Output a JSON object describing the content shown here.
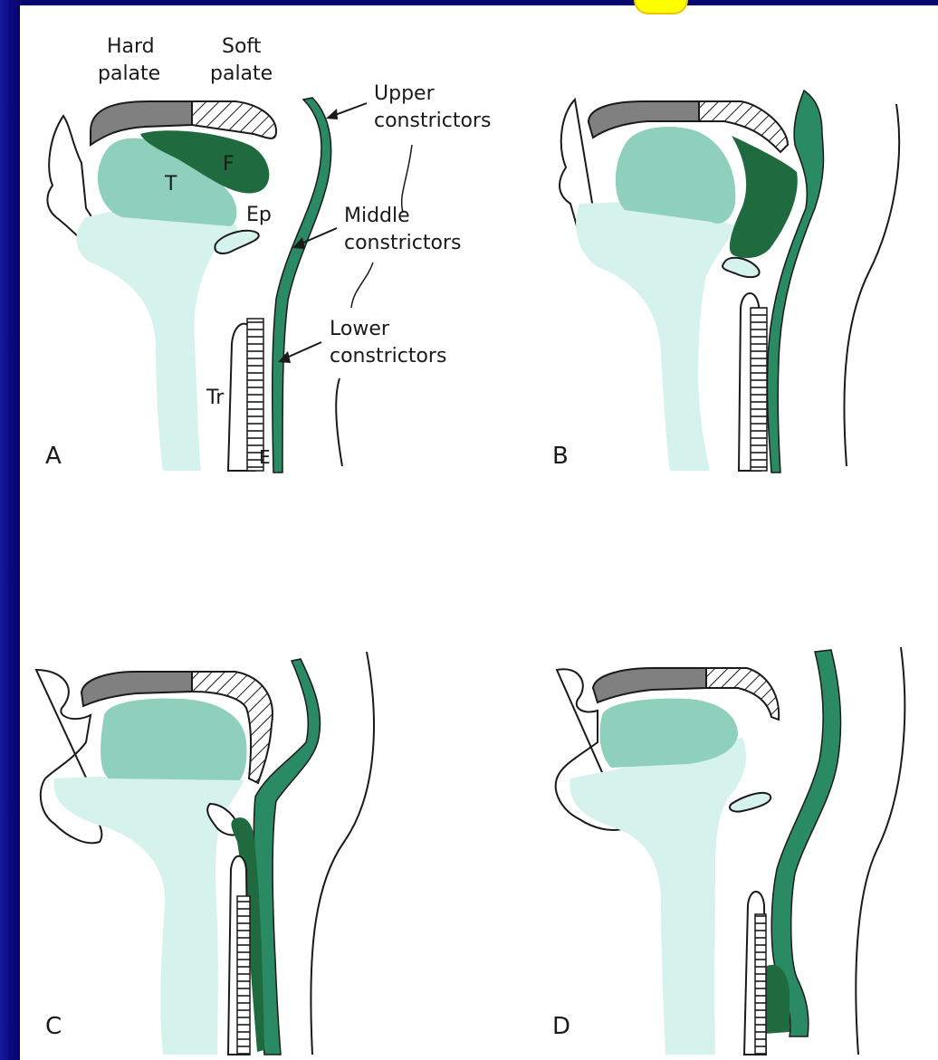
{
  "figure": {
    "colors": {
      "page_border": "#0b0b82",
      "highlight": "#ffff00",
      "hard_palate": "#808080",
      "tongue_dark": "#8fd0bc",
      "tongue_light": "#d6f2ec",
      "food_bolus": "#1f6b3f",
      "constrictor": "#2a8a64",
      "outline": "#1a1a1a"
    },
    "labels": {
      "hard_palate": [
        "Hard",
        "palate"
      ],
      "soft_palate": [
        "Soft",
        "palate"
      ],
      "upper_constrictors": [
        "Upper",
        "constrictors"
      ],
      "middle_constrictors": [
        "Middle",
        "constrictors"
      ],
      "lower_constrictors": [
        "Lower",
        "constrictors"
      ],
      "food": "F",
      "tongue": "T",
      "epiglottis": "Ep",
      "trachea": "Tr",
      "esophagus": "E"
    },
    "panels": [
      "A",
      "B",
      "C",
      "D"
    ]
  }
}
